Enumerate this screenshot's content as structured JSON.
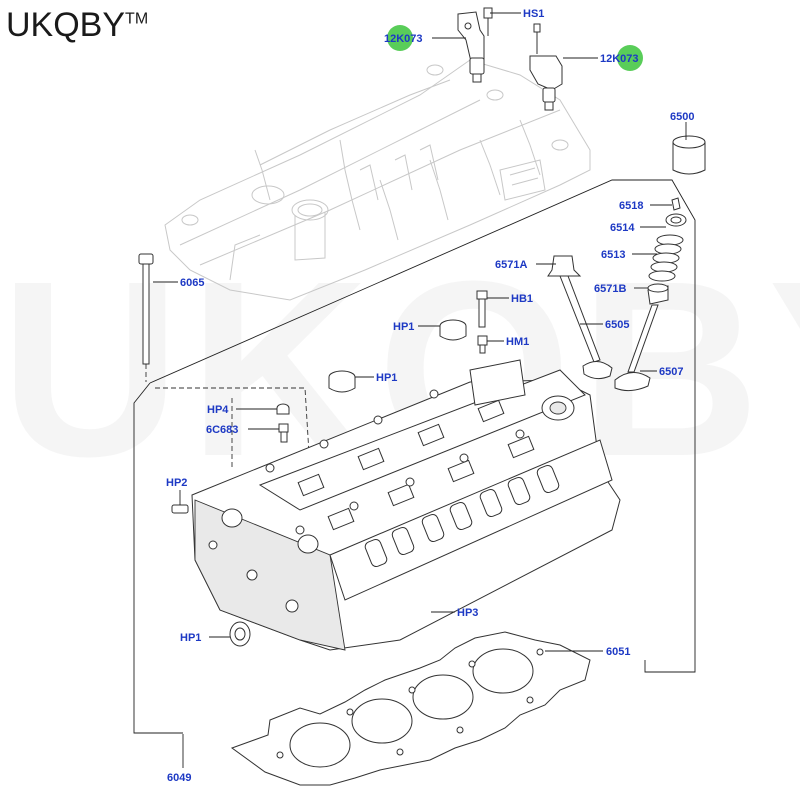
{
  "brand": {
    "text": "UKQBY",
    "mark": "TM"
  },
  "watermark": "UKQBYTM",
  "highlight_color": "#3cc43c",
  "label_color": "#1d39c4",
  "callouts": {
    "c1": "12K073",
    "c2": "HS1",
    "c3": "12K073",
    "c4": "6500",
    "c5": "6518",
    "c6": "6514",
    "c7": "6513",
    "c8": "6571A",
    "c9": "6571B",
    "c10": "6065",
    "c11": "HB1",
    "c12": "HP1",
    "c13": "HM1",
    "c14": "6505",
    "c15": "HP1",
    "c16": "6507",
    "c17": "HP4",
    "c18": "6C683",
    "c19": "HP2",
    "c20": "HP3",
    "c21": "HP1",
    "c22": "6051",
    "c23": "6049"
  }
}
